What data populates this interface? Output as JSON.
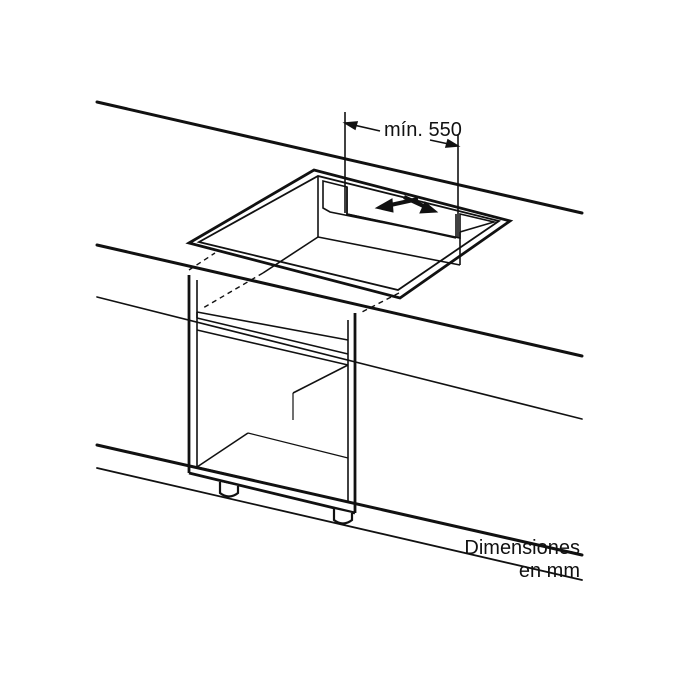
{
  "figure": {
    "dimension_label": "mín. 550",
    "caption_line1": "Dimensiones",
    "caption_line2": "en mm"
  }
}
